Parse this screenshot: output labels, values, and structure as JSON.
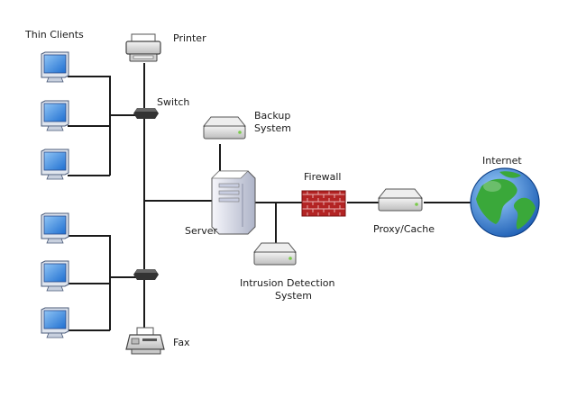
{
  "labels": {
    "thin_clients": "Thin Clients",
    "printer": "Printer",
    "switch": "Switch",
    "backup_line1": "Backup",
    "backup_line2": "System",
    "firewall": "Firewall",
    "internet": "Internet",
    "server": "Server",
    "proxy": "Proxy/Cache",
    "ids_line1": "Intrusion Detection",
    "ids_line2": "System",
    "fax": "Fax"
  },
  "colors": {
    "wire": "#1a1a1a",
    "monitor_screen": "#3f8fe0",
    "monitor_body": "#dfe5ee",
    "firewall_brick": "#b32424",
    "globe_water": "#2a7fd8",
    "globe_land": "#3aa83a",
    "device_gray": "#d8d8d8"
  },
  "icons": [
    "monitor-icon",
    "printer-icon",
    "switch-icon",
    "backup-system-icon",
    "server-icon",
    "firewall-icon",
    "proxy-cache-icon",
    "globe-icon",
    "ids-icon",
    "fax-icon"
  ]
}
